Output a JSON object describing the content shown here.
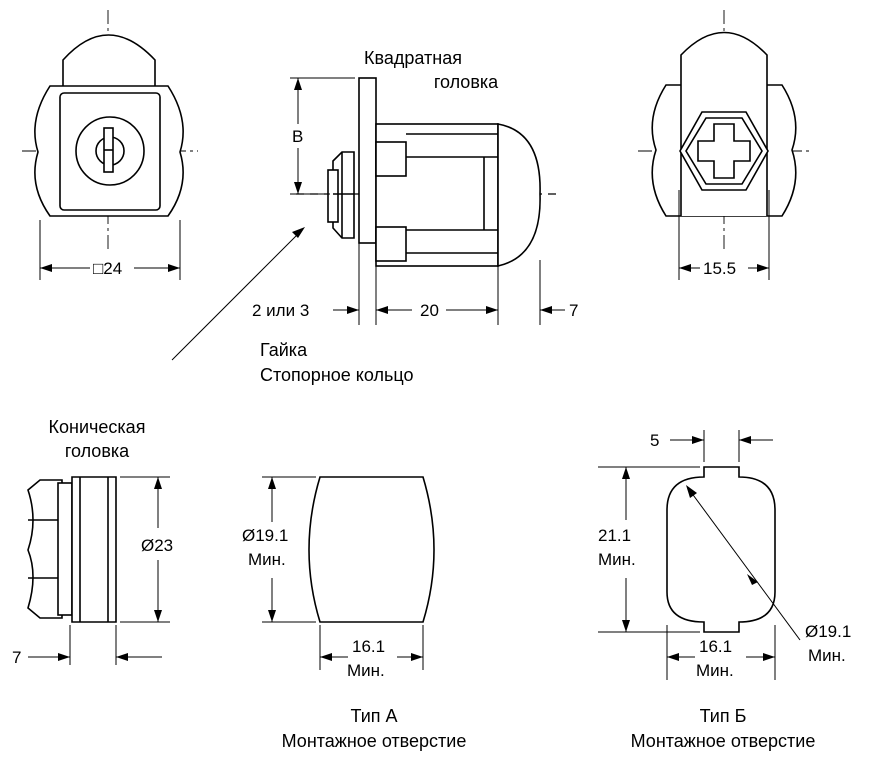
{
  "labels": {
    "square_head_line1": "Квадратная",
    "square_head_line2": "головка",
    "nut": "Гайка",
    "retaining_ring": "Стопорное кольцо",
    "conical_head_line1": "Коническая",
    "conical_head_line2": "головка",
    "type_a_line1": "Тип А",
    "type_a_line2": "Монтажное отверстие",
    "type_b_line1": "Тип Б",
    "type_b_line2": "Монтажное отверстие"
  },
  "dimensions": {
    "square_size": "□24",
    "b": "B",
    "panel_thickness": "2 или 3",
    "body_length": "20",
    "head_depth": "7",
    "across_flats": "15.5",
    "conical_diameter": "Ø23",
    "conical_depth": "7",
    "type_a_diameter": "Ø19.1",
    "type_a_diameter_min": "Мин.",
    "type_a_width": "16.1",
    "type_a_width_min": "Мин.",
    "type_b_slot": "5",
    "type_b_height": "21.1",
    "type_b_height_min": "Мин.",
    "type_b_width": "16.1",
    "type_b_width_min": "Мин.",
    "type_b_diameter": "Ø19.1",
    "type_b_diameter_min": "Мин."
  }
}
